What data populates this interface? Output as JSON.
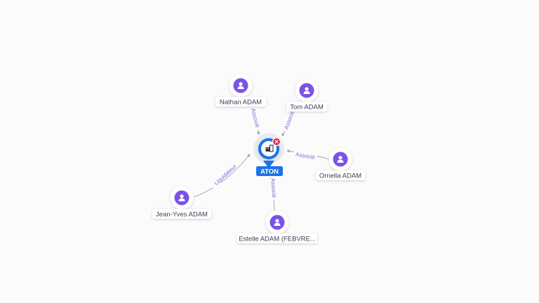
{
  "center": {
    "label": "ATON",
    "icon": "company-icon",
    "badge_icon": "close-icon"
  },
  "persons": [
    {
      "id": "nathan",
      "label": "Nathan ADAM",
      "edge": "Associé"
    },
    {
      "id": "tom",
      "label": "Tom ADAM",
      "edge": "Associé"
    },
    {
      "id": "ornella",
      "label": "Ornella ADAM",
      "edge": "Associé"
    },
    {
      "id": "estelle",
      "label": "Estelle ADAM (FEBVRE...",
      "edge": "Associé"
    },
    {
      "id": "jeanyves",
      "label": "Jean-Yves ADAM",
      "edge": "Liquidateur"
    }
  ],
  "colors": {
    "background": "#fbfbfc",
    "edge": "#9aa0b4",
    "edge_label": "#7c6cd8",
    "person": "#7b52e8",
    "center": "#1a73e8",
    "badge": "#e3264a"
  }
}
